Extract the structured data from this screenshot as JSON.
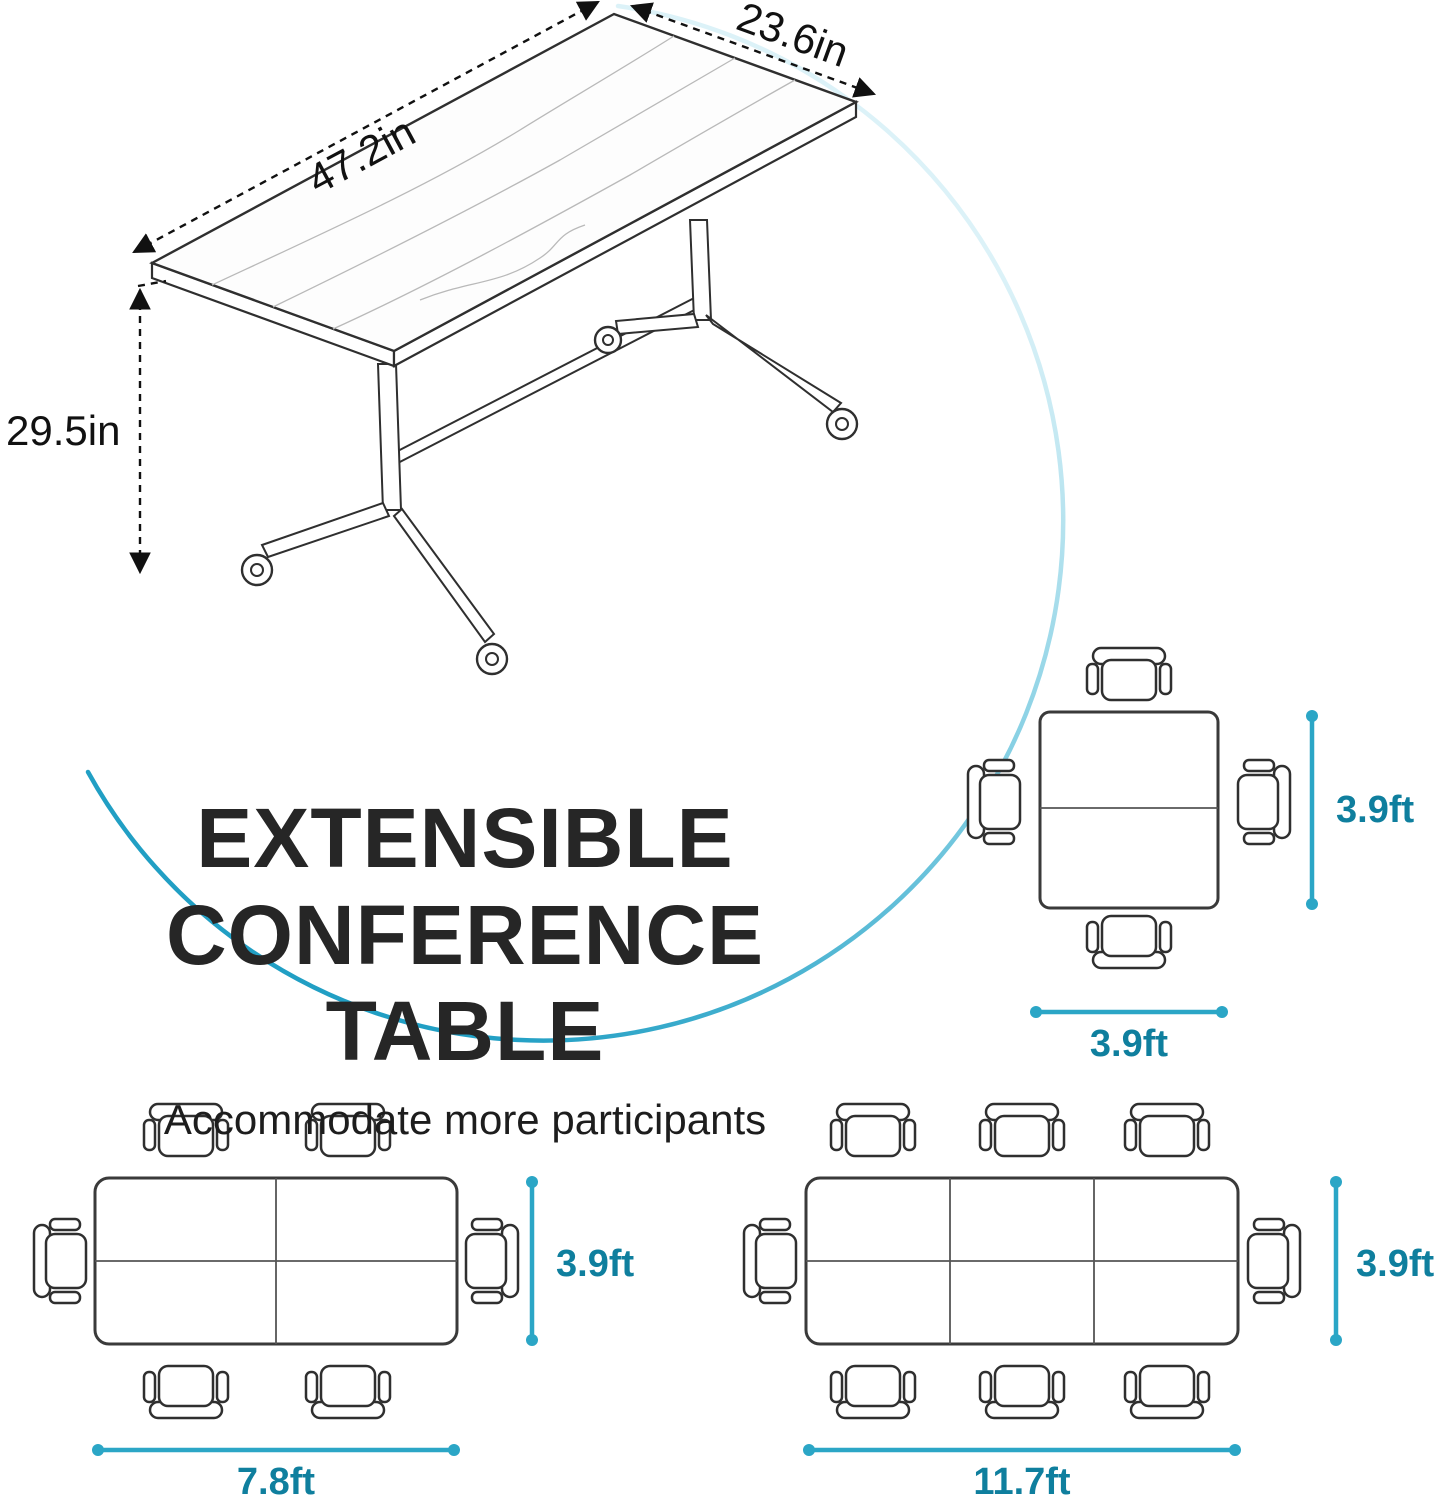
{
  "colors": {
    "accent_teal": "#2BA6C6",
    "accent_teal_dark": "#0F7F9E",
    "line_ink": "#2F2F2F",
    "text_ink": "#262626"
  },
  "product_diagram": {
    "length_label": "47.2in",
    "depth_label": "23.6in",
    "height_label": "29.5in"
  },
  "headline": {
    "line1": "EXTENSIBLE",
    "line2": "CONFERENCE TABLE",
    "subtitle": "Accommodate more participants"
  },
  "layout_square": {
    "chairs": 4,
    "right_label": "3.9ft",
    "bottom_label": "3.9ft"
  },
  "layout_six": {
    "chairs": 6,
    "right_label": "3.9ft",
    "bottom_label": "7.8ft"
  },
  "layout_eight": {
    "chairs": 8,
    "right_label": "3.9ft",
    "bottom_label": "11.7ft"
  }
}
